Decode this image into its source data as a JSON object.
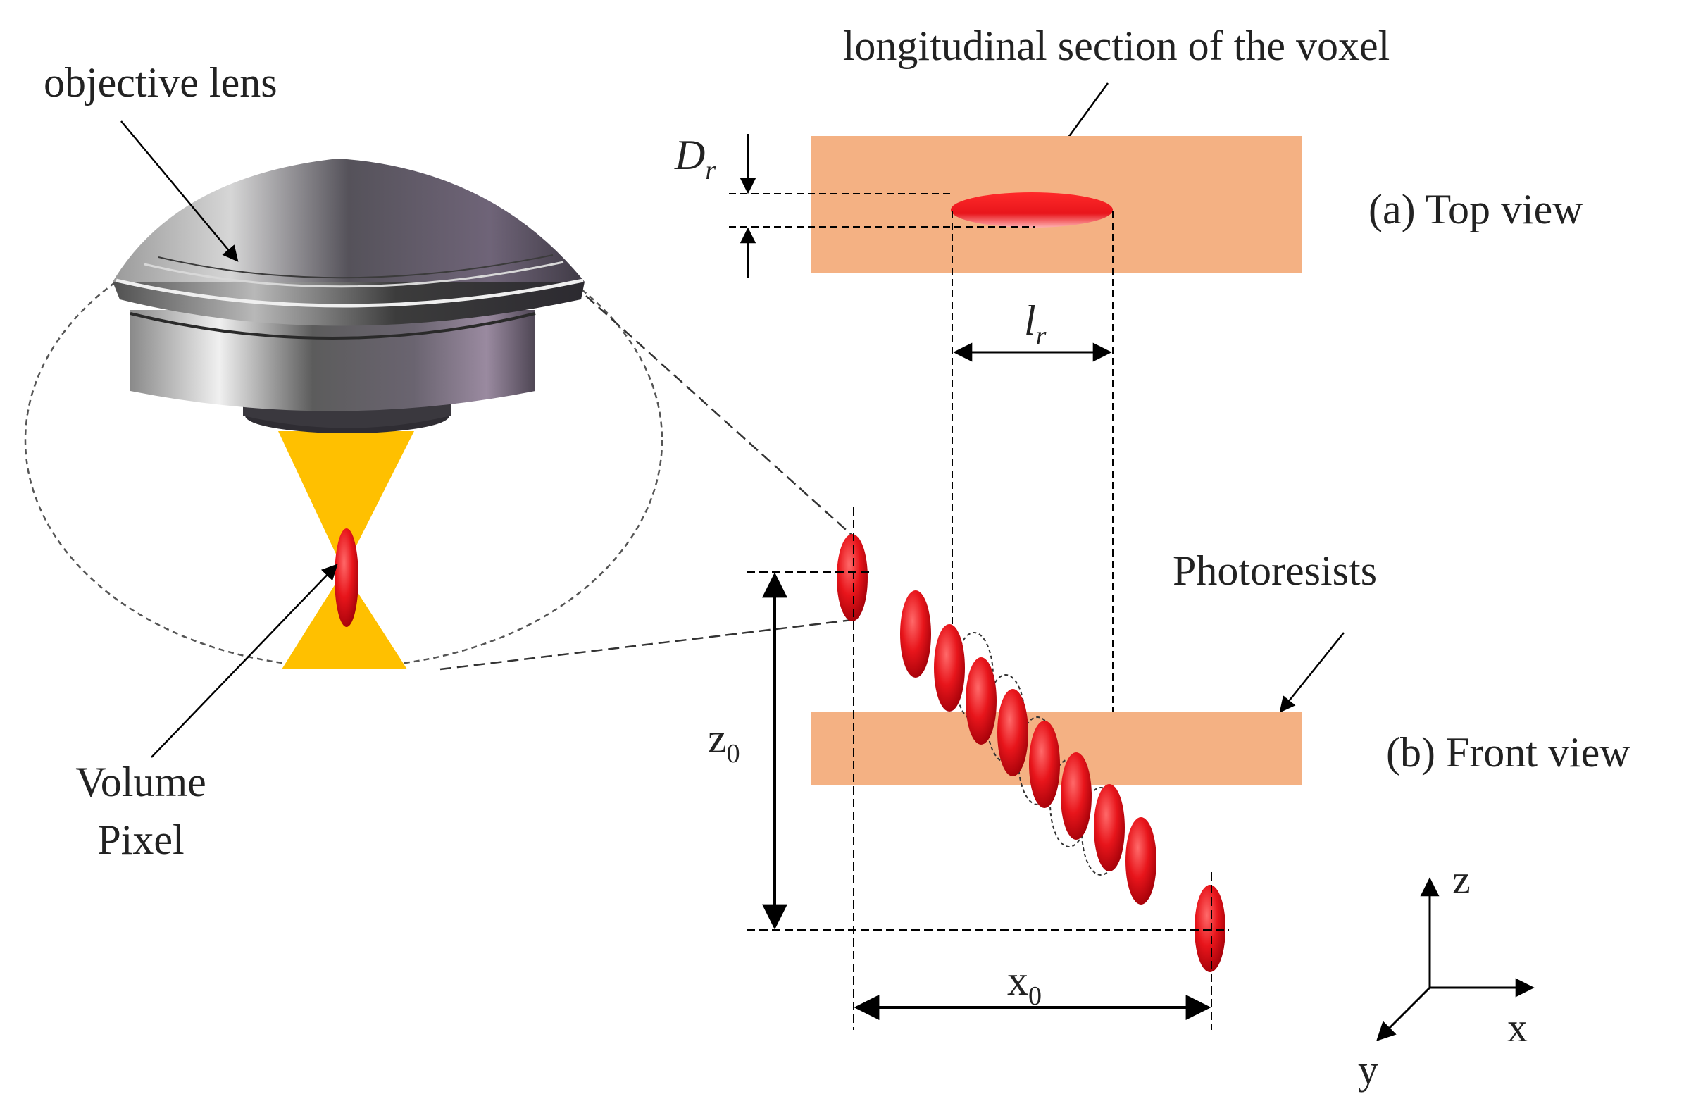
{
  "labels": {
    "objective_lens": "objective lens",
    "volume_pixel_line1": "Volume",
    "volume_pixel_line2": "Pixel",
    "longitudinal_section": "longitudinal  section of the voxel",
    "top_view": "(a) Top view",
    "front_view": "(b) Front view",
    "photoresists": "Photoresists",
    "d_r_main": "D",
    "d_r_sub": "r",
    "l_r_main": "l",
    "l_r_sub": "r",
    "z0_main": "z",
    "z0_sub": "0",
    "x0_main": "x",
    "x0_sub": "0",
    "axis_z": "z",
    "axis_x": "x",
    "axis_y": "y"
  },
  "colors": {
    "photoresist": "#f4b183",
    "voxel_red": "#e8151b",
    "beam_yellow": "#ffc000",
    "lens_gray": "#6e6e76",
    "ink": "#000000"
  }
}
